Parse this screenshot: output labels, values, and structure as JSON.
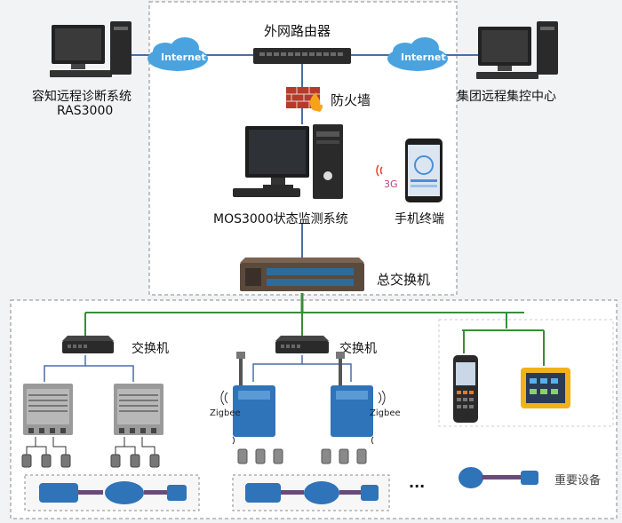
{
  "labels": {
    "outer_router": "外网路由器",
    "internet_left": "Internet",
    "internet_right": "Internet",
    "remote_diag_line1": "容知远程诊断系统",
    "remote_diag_line2": "RAS3000",
    "group_center": "集团远程集控中心",
    "firewall": "防火墙",
    "mobile_3g": "3G",
    "mobile_terminal": "手机终端",
    "mos_system": "MOS3000状态监测系统",
    "main_switch": "总交换机",
    "switch_left": "交换机",
    "switch_mid": "交换机",
    "zigbee_left": "Zigbee",
    "zigbee_right": "Zigbee",
    "ellipsis": "···",
    "important_equipment": "重要设备"
  },
  "colors": {
    "network_line": "#3a8c3a",
    "vertical_line": "#4a6fa5",
    "cloud": "#4aa3df",
    "firewall": "#b83a2a",
    "dashed_border": "#8a8a8a"
  }
}
